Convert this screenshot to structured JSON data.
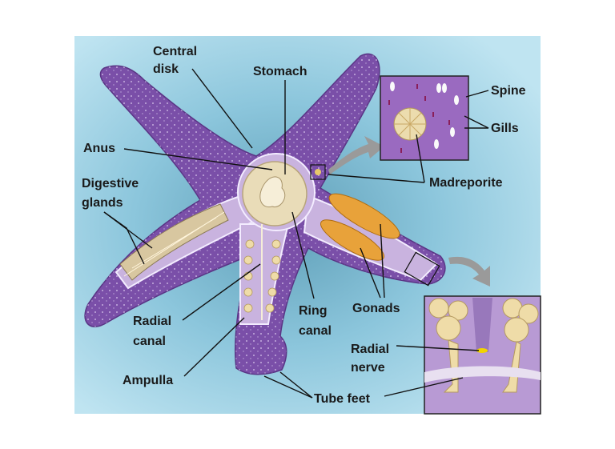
{
  "title": "Sea star anatomy",
  "labels": {
    "central_disk": [
      "Central",
      "disk"
    ],
    "stomach": "Stomach",
    "spine": "Spine",
    "gills": "Gills",
    "anus": "Anus",
    "digestive_glands": [
      "Digestive",
      "glands"
    ],
    "madreporite": "Madreporite",
    "gonads": "Gonads",
    "radial_canal": [
      "Radial",
      "canal"
    ],
    "ring_canal": [
      "Ring",
      "canal"
    ],
    "radial_nerve": [
      "Radial",
      "nerve"
    ],
    "ampulla": "Ampulla",
    "tube_feet": "Tube feet"
  },
  "colors": {
    "background": "#a9d8ea",
    "body": "#7a4fa8",
    "body_inner": "#c9b3df",
    "organ": "#e9dcb8",
    "gonad": "#e8a23a"
  }
}
